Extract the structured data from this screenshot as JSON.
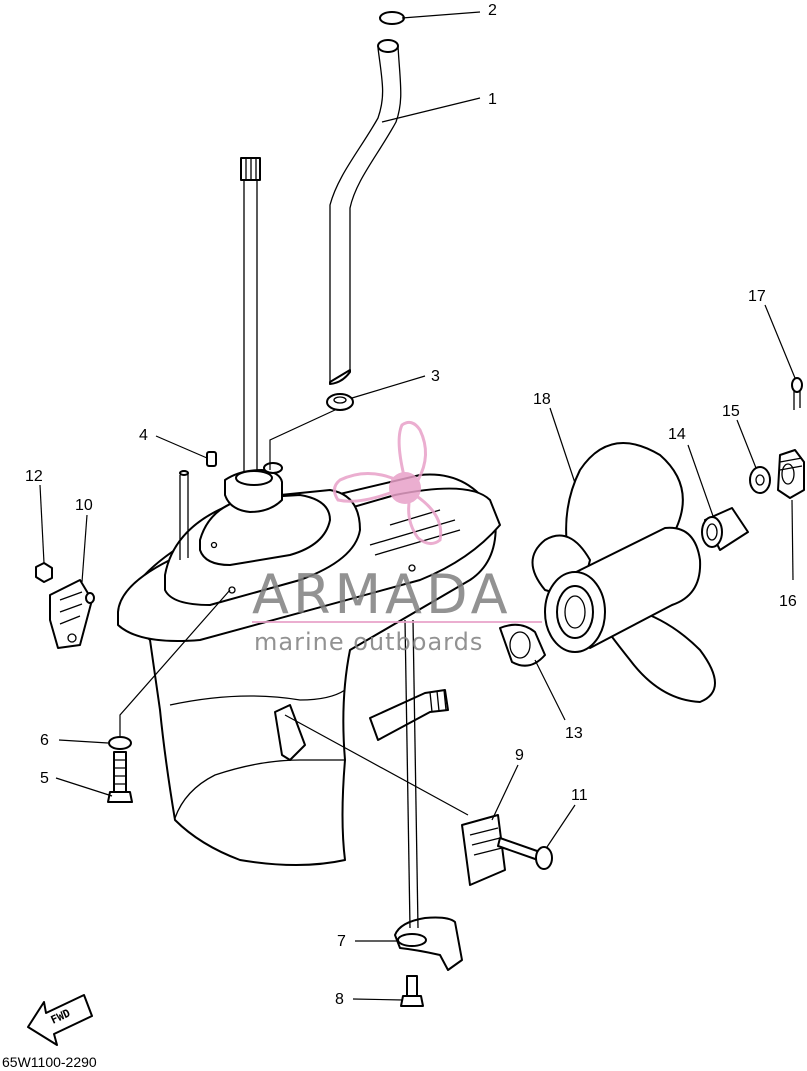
{
  "diagram": {
    "code": "65W1100-2290",
    "fwd_label": "FWD",
    "callouts": [
      "1",
      "2",
      "3",
      "4",
      "5",
      "6",
      "7",
      "8",
      "9",
      "10",
      "11",
      "12",
      "13",
      "14",
      "15",
      "16",
      "17",
      "18"
    ]
  },
  "watermark": {
    "title": "ARMADA",
    "subtitle": "marine outboards",
    "title_color": "#808080",
    "accent_color": "#e8a0c8"
  }
}
